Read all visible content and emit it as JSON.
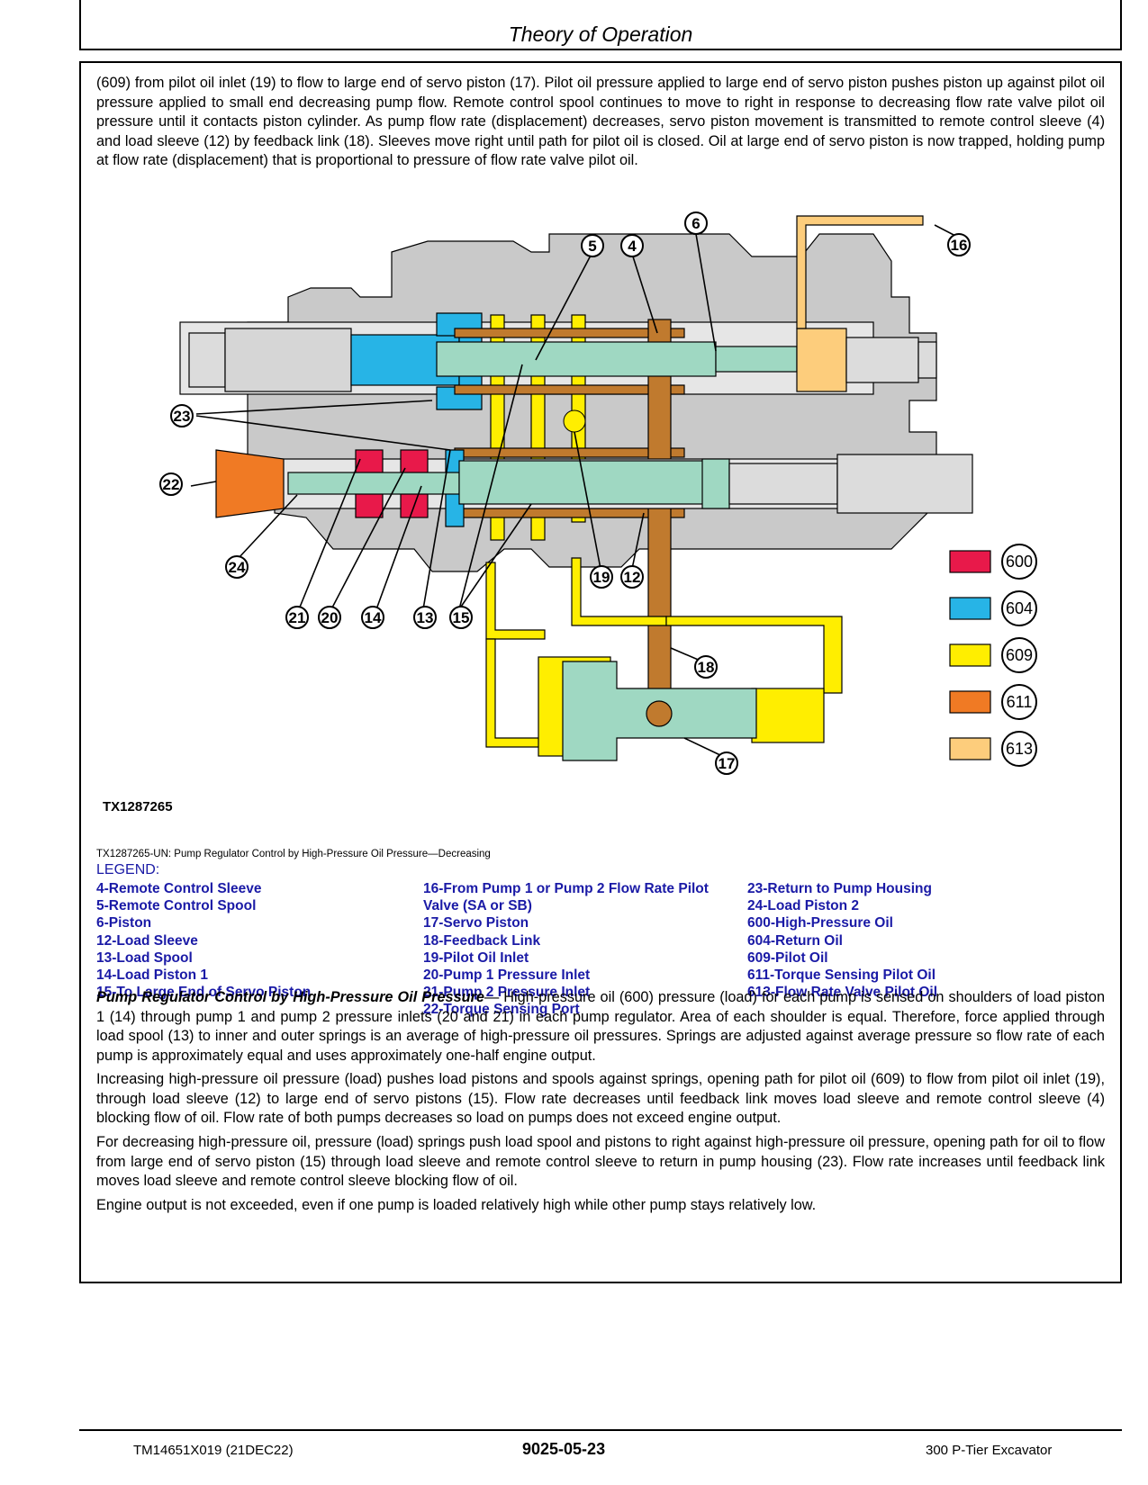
{
  "header": {
    "title": "Theory of Operation"
  },
  "intro_paragraph": "(609) from pilot oil inlet (19) to flow to large end of servo piston (17). Pilot oil pressure applied to large end of servo piston pushes piston up against pilot oil pressure applied to small end decreasing pump flow. Remote control spool continues to move to right in response to decreasing flow rate valve pilot oil pressure until it contacts piston cylinder. As pump flow rate (displacement) decreases, servo piston movement is transmitted to remote control sleeve (4) and load sleeve (12) by feedback link (18). Sleeves move right until path for pilot oil is closed. Oil at large end of servo piston is now trapped, holding pump at flow rate (displacement) that is proportional to pressure of flow rate valve pilot oil.",
  "figure": {
    "id_label": "TX1287265",
    "caption": "TX1287265-UN: Pump Regulator Control by High-Pressure Oil Pressure—Decreasing",
    "callouts": {
      "c4": "4",
      "c5": "5",
      "c6": "6",
      "c12": "12",
      "c13": "13",
      "c14": "14",
      "c15": "15",
      "c16": "16",
      "c17": "17",
      "c18": "18",
      "c19": "19",
      "c20": "20",
      "c21": "21",
      "c22": "22",
      "c23": "23",
      "c24": "24"
    },
    "color_key": [
      {
        "code": "600",
        "color": "#e8194a"
      },
      {
        "code": "604",
        "color": "#27b4e6"
      },
      {
        "code": "609",
        "color": "#ffee00"
      },
      {
        "code": "611",
        "color": "#f07a24"
      },
      {
        "code": "613",
        "color": "#fdcd7c"
      }
    ]
  },
  "legend": {
    "title": "LEGEND:",
    "col1": [
      "4-Remote Control Sleeve",
      "5-Remote Control Spool",
      "6-Piston",
      "12-Load Sleeve",
      "13-Load Spool",
      "14-Load Piston 1",
      "15-To Large End of Servo Piston"
    ],
    "col2": [
      "16-From Pump 1 or Pump 2 Flow Rate Pilot",
      "Valve (SA or SB)",
      "17-Servo Piston",
      "18-Feedback Link",
      "19-Pilot Oil Inlet",
      "20-Pump 1 Pressure Inlet",
      "21-Pump 2 Pressure Inlet",
      "22-Torque Sensing Port"
    ],
    "col3": [
      "23-Return to Pump Housing",
      "24-Load Piston 2",
      "600-High-Pressure Oil",
      "604-Return Oil",
      "609-Pilot Oil",
      "611-Torque Sensing Pilot Oil",
      "613-Flow Rate Valve Pilot Oil"
    ]
  },
  "body": {
    "p1_title": "Pump Regulator Control by High-Pressure Oil Pressure",
    "p1_text": "— High-pressure oil (600) pressure (load) for each pump is sensed on shoulders of load piston 1 (14) through pump 1 and pump 2 pressure inlets (20 and 21) in each pump regulator. Area of each shoulder is equal. Therefore, force applied through load spool (13) to inner and outer springs is an average of high-pressure oil pressures. Springs are adjusted against average pressure so flow rate of each pump is approximately equal and uses approximately one-half engine output.",
    "p2": "Increasing high-pressure oil pressure (load) pushes load pistons and spools against springs, opening path for pilot oil (609) to flow from pilot oil inlet (19), through load sleeve (12) to large end of servo pistons (15). Flow rate decreases until feedback link moves load sleeve and remote control sleeve (4) blocking flow of oil. Flow rate of both pumps decreases so load on pumps does not exceed engine output.",
    "p3": "For decreasing high-pressure oil, pressure (load) springs push load spool and pistons to right against high-pressure oil pressure, opening path for oil to flow from large end of servo piston (15) through load sleeve and remote control sleeve to return in pump housing (23). Flow rate increases until feedback link moves load sleeve and remote control sleeve blocking flow of oil.",
    "p4": "Engine output is not exceeded, even if one pump is loaded relatively high while other pump stays relatively low."
  },
  "footer": {
    "left": "TM14651X019 (21DEC22)",
    "center": "9025-05-23",
    "right": "300 P-Tier Excavator"
  }
}
